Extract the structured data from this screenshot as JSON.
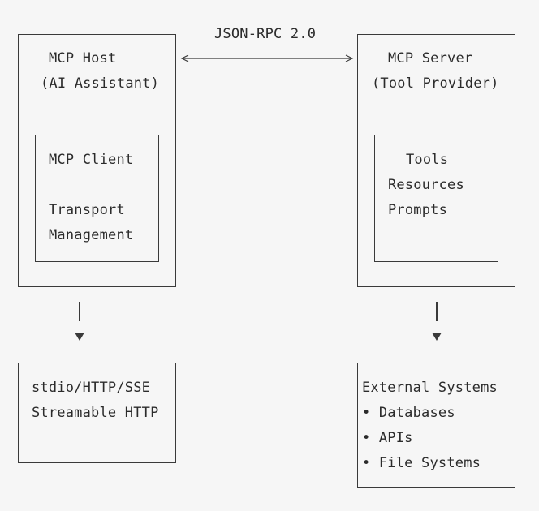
{
  "protocol_label": "JSON-RPC 2.0",
  "host": {
    "title": "MCP Host",
    "subtitle": "(AI Assistant)",
    "client": {
      "title": "MCP Client",
      "line1": "Transport",
      "line2": "Management"
    }
  },
  "server": {
    "title": "MCP Server",
    "subtitle": "(Tool Provider)",
    "capabilities": [
      "Tools",
      "Resources",
      "Prompts"
    ]
  },
  "transport": {
    "line1": "stdio/HTTP/SSE",
    "line2": "Streamable HTTP"
  },
  "external": {
    "title": "External Systems",
    "items": [
      "• Databases",
      "• APIs",
      "• File Systems"
    ]
  }
}
